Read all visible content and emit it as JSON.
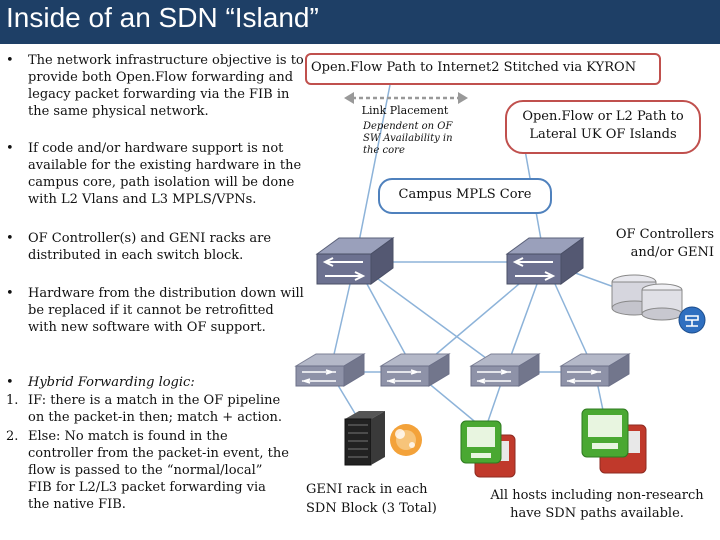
{
  "title": "Inside of an SDN “Island”",
  "bullets": [
    {
      "marker": "•",
      "text": "The network infrastructure objective is to provide both Open.Flow forwarding and legacy packet forwarding via the FIB in the same physical network."
    },
    {
      "marker": "•",
      "text": "If code and/or hardware support is not available for the existing hardware in the campus core, path isolation will be done with L2 Vlans and L3 MPLS/VPNs."
    },
    {
      "marker": "•",
      "text": "OF Controller(s) and GENI racks are distributed in each switch block."
    },
    {
      "marker": "•",
      "text": "Hardware from the distribution down will be replaced if it cannot be retrofitted with new software with OF support."
    },
    {
      "marker": "•",
      "text": "Hybrid Forwarding logic:"
    },
    {
      "marker": "1.",
      "text": "IF: there is a match in the OF pipeline on the packet-in then; match + action."
    },
    {
      "marker": "2.",
      "text": "Else: No match is found in the controller from the packet-in event, the flow is passed to the “normal/local” FIB for L2/L3 packet forwarding via the native FIB."
    }
  ],
  "diagram": {
    "openflow_path_label": "Open.Flow Path to Internet2 Stitched via KYRON",
    "link_placement_label": "Link Placement",
    "link_placement_note": "Dependent on OF SW Availability in the core",
    "lateral_label": "Open.Flow or L2 Path to Lateral UK OF Islands",
    "core_label": "Campus MPLS Core",
    "controllers_label": "OF Controllers and/or GENI",
    "geni_rack_label": "GENI rack in each SDN Block (3 Total)",
    "hosts_label": "All hosts including non-research have SDN paths available.",
    "colors": {
      "title_bar": "#1e3f66",
      "red_box": "#c0504d",
      "blue_box": "#4f81bd",
      "links": "#8db3d9",
      "switch": "#7a7f9a",
      "host_green": "#4aa832",
      "host_red": "#c0392b"
    }
  }
}
